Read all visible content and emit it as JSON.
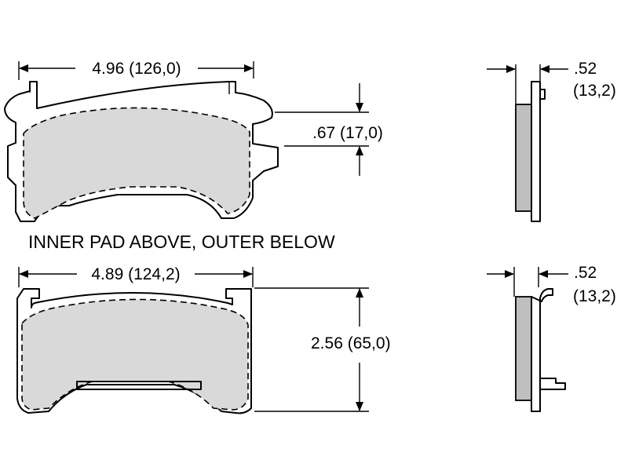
{
  "dimensions": {
    "top_width": "4.96 (126,0)",
    "top_thickness": ".67 (17,0)",
    "top_side_inch": ".52",
    "top_side_mm": "(13,2)",
    "bottom_width": "4.89 (124,2)",
    "bottom_height": "2.56 (65,0)",
    "bottom_side_inch": ".52",
    "bottom_side_mm": "(13,2)"
  },
  "caption": "INNER PAD ABOVE, OUTER BELOW",
  "colors": {
    "line": "#000000",
    "friction_fill": "#d9d9d9",
    "side_friction_fill": "#bfbfbf",
    "background": "#ffffff"
  }
}
